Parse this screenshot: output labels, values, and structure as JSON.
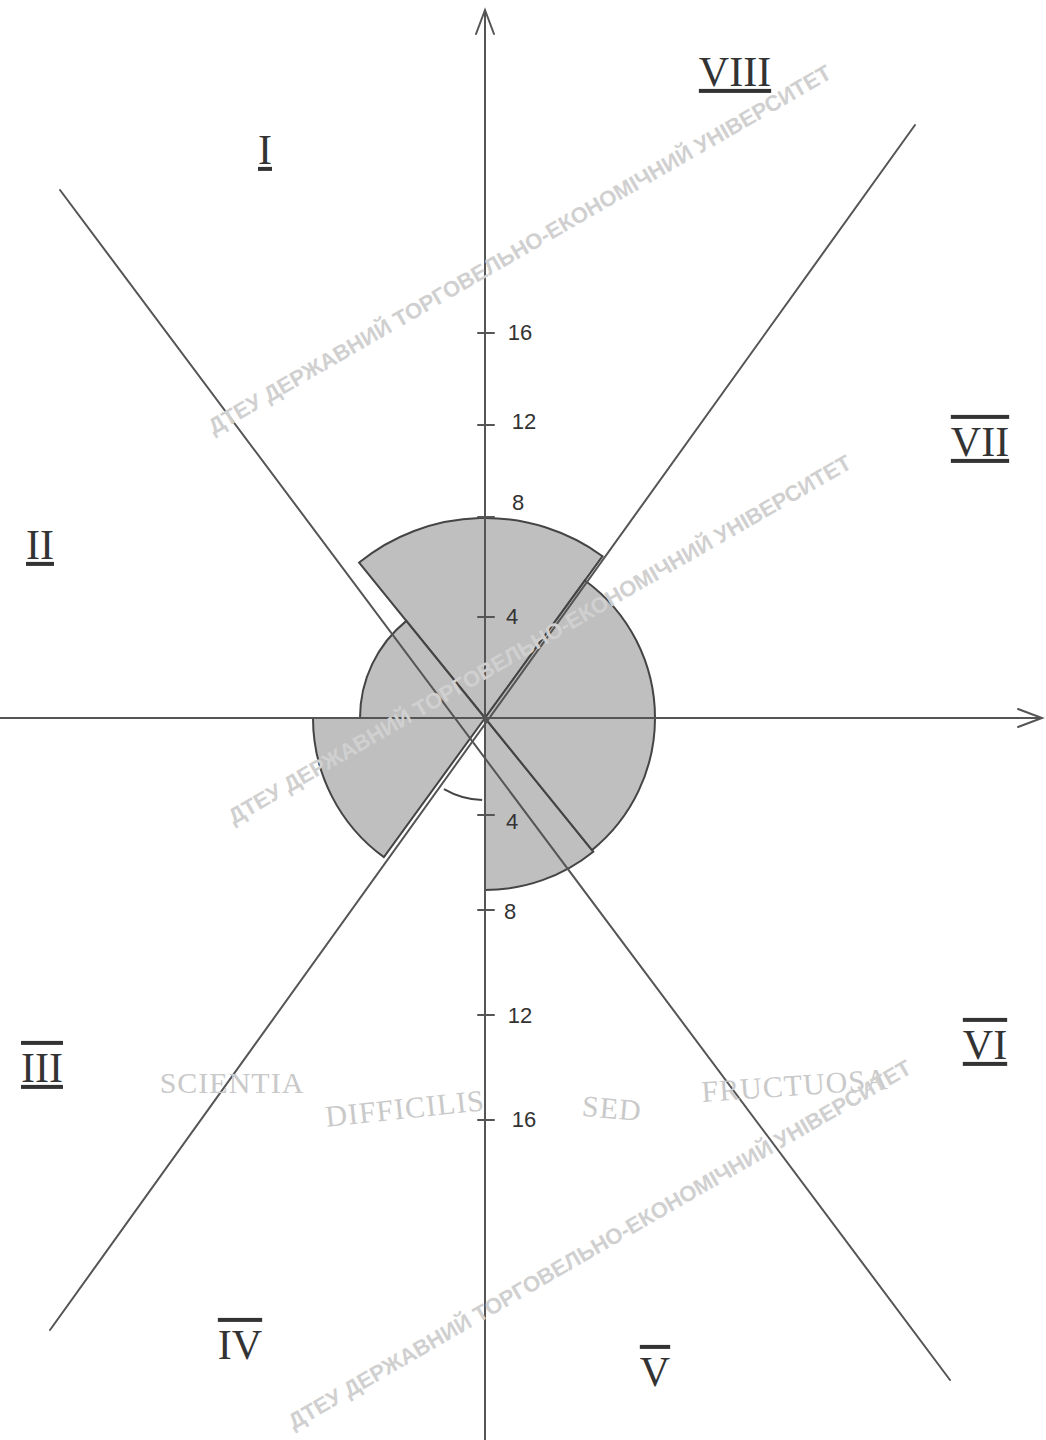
{
  "diagram": {
    "labels": [
      "I",
      "II",
      "III",
      "IV",
      "V",
      "VI",
      "VII",
      "VIII",
      "16",
      "12",
      "8",
      "4",
      "4",
      "8",
      "12",
      "16",
      "SCIENTIA",
      "DIFFICILIS",
      "SED",
      "FRUCTUOSA",
      "ДТЕУ ДЕРЖАВНИЙ ТОРГОВЕЛЬНО-ЕКОНОМІЧНИЙ УНІВЕРСИТЕТ",
      "ДТЕУ ДЕРЖАВНИЙ ТОРГОВЕЛЬНО-ЕКОНОМІЧНИЙ УНІВЕРСИТЕТ",
      "ДТЕУ ДЕРЖАВНИЙ ТОРГОВЕЛЬНО-ЕКОНОМІЧНИЙ УНІВЕРСИТЕТ"
    ]
  }
}
